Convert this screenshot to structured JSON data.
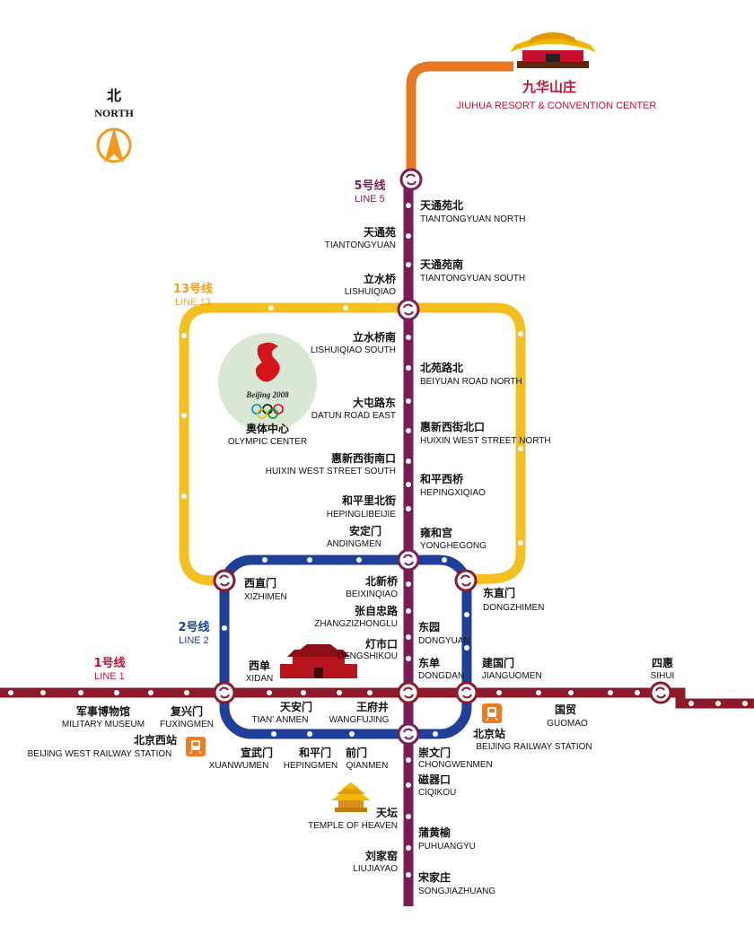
{
  "colors": {
    "line1": "#8b1a2a",
    "line2": "#1f3f99",
    "line5": "#7a1d57",
    "line13": "#f4c020",
    "extension": "#e87722",
    "label_red": "#c8102e",
    "rail_icon": "#f07a1e"
  },
  "north": {
    "zh": "北",
    "en": "NORTH",
    "icon": "compass-arrow-icon"
  },
  "destination": {
    "zh": "九华山庄",
    "en": "JIUHUA RESORT & CONVENTION CENTER",
    "icon": "palace-icon"
  },
  "lines": {
    "line1": {
      "zh": "1号线",
      "en": "LINE 1"
    },
    "line2": {
      "zh": "2号线",
      "en": "LINE 2"
    },
    "line5": {
      "zh": "5号线",
      "en": "LINE 5"
    },
    "line13": {
      "zh": "13号线",
      "en": "LINE 13"
    }
  },
  "olympic": {
    "zh": "奥体中心",
    "en": "OLYMPIC CENTER",
    "logo_text": "Beijing 2008",
    "icon": "olympic-logo-icon"
  },
  "landmarks": {
    "tiananmen": {
      "icon": "tiananmen-gate-icon"
    },
    "temple": {
      "zh": "天坛",
      "en": "TEMPLE OF HEAVEN",
      "icon": "temple-of-heaven-icon"
    }
  },
  "railway": {
    "west": {
      "zh": "北京西站",
      "en": "BEIJING WEST RAILWAY STATION",
      "icon": "train-icon"
    },
    "main": {
      "zh": "北京站",
      "en": "BEIJING RAILWAY STATION",
      "icon": "train-icon"
    }
  },
  "stations": {
    "tiantongyuanbei": {
      "zh": "天通苑北",
      "en": "TIANTONGYUAN NORTH"
    },
    "tiantongyuan": {
      "zh": "天通苑",
      "en": "TIANTONGYUAN"
    },
    "tiantongyuannan": {
      "zh": "天通苑南",
      "en": "TIANTONGYUAN SOUTH"
    },
    "lishuiqiao": {
      "zh": "立水桥",
      "en": "LISHUIQIAO"
    },
    "lishuiqiaonan": {
      "zh": "立水桥南",
      "en": "LISHUIQIAO SOUTH"
    },
    "beiyuanlubei": {
      "zh": "北苑路北",
      "en": "BEIYUAN ROAD NORTH"
    },
    "datunludong": {
      "zh": "大屯路东",
      "en": "DATUN ROAD EAST"
    },
    "huixinxijiebeikou": {
      "zh": "惠新西街北口",
      "en": "HUIXIN WEST STREET NORTH"
    },
    "huixinxijienankou": {
      "zh": "惠新西街南口",
      "en": "HUIXIN WEST STREET SOUTH"
    },
    "hepingxiqiao": {
      "zh": "和平西桥",
      "en": "HEPINGXIQIAO"
    },
    "hepinglibeijie": {
      "zh": "和平里北街",
      "en": "HEPINGLIBEIJIE"
    },
    "andingmen": {
      "zh": "安定门",
      "en": "ANDINGMEN"
    },
    "yonghegong": {
      "zh": "雍和宫",
      "en": "YONGHEGONG"
    },
    "xizhimen": {
      "zh": "西直门",
      "en": "XIZHIMEN"
    },
    "dongzhimen": {
      "zh": "东直门",
      "en": "DONGZHIMEN"
    },
    "beixinqiao": {
      "zh": "北新桥",
      "en": "BEIXINQIAO"
    },
    "zhangzizhonglu": {
      "zh": "张自忠路",
      "en": "ZHANGZIZHONGLU"
    },
    "dongyuan": {
      "zh": "东园",
      "en": "DONGYUAN"
    },
    "dengshikou": {
      "zh": "灯市口",
      "en": "DENGSHIKOU"
    },
    "xidan": {
      "zh": "西单",
      "en": "XIDAN"
    },
    "dongdan": {
      "zh": "东单",
      "en": "DONGDAN"
    },
    "jianguomen": {
      "zh": "建国门",
      "en": "JIANGUOMEN"
    },
    "sihui": {
      "zh": "四惠",
      "en": "SIHUI"
    },
    "junshibowuguan": {
      "zh": "军事博物馆",
      "en": "MILITARY MUSEUM"
    },
    "fuxingmen": {
      "zh": "复兴门",
      "en": "FUXINGMEN"
    },
    "tiananmen": {
      "zh": "天安门",
      "en": "TIAN' ANMEN"
    },
    "wangfujing": {
      "zh": "王府井",
      "en": "WANGFUJING"
    },
    "guomao": {
      "zh": "国贸",
      "en": "GUOMAO"
    },
    "xuanwumen": {
      "zh": "宣武门",
      "en": "XUANWUMEN"
    },
    "hepingmen": {
      "zh": "和平门",
      "en": "HEPINGMEN"
    },
    "qianmen": {
      "zh": "前门",
      "en": "QIANMEN"
    },
    "chongwenmen": {
      "zh": "崇文门",
      "en": "CHONGWENMEN"
    },
    "ciqikou": {
      "zh": "磁器口",
      "en": "CIQIKOU"
    },
    "puhuangyu": {
      "zh": "蒲黄榆",
      "en": "PUHUANGYU"
    },
    "liujiayao": {
      "zh": "刘家窑",
      "en": "LIUJIAYAO"
    },
    "songjiazhuang": {
      "zh": "宋家庄",
      "en": "SONGJIAZHUANG"
    }
  }
}
